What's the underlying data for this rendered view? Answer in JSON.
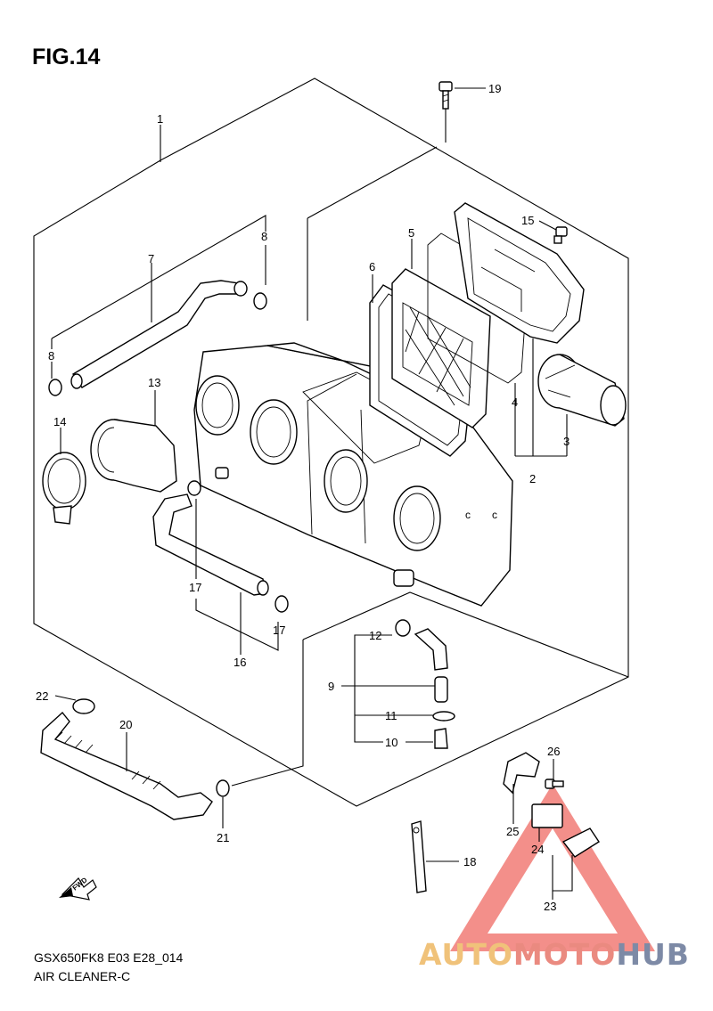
{
  "figure": {
    "title": "FIG.14",
    "model_code": "GSX650FK8 E03 E28_014",
    "section_name": "AIR CLEANER-C"
  },
  "watermark": {
    "parts": [
      "AUTO",
      "MOTO",
      "HUB"
    ],
    "colors": [
      "#f0c27a",
      "#ea8a80",
      "#7d8aa6"
    ],
    "triangle_color": "#ef6a63"
  },
  "fwd_badge": "FWD",
  "callouts": [
    "1",
    "19",
    "15",
    "5",
    "6",
    "7",
    "8",
    "8",
    "13",
    "14",
    "4",
    "3",
    "2",
    "17",
    "17",
    "16",
    "12",
    "9",
    "11",
    "10",
    "22",
    "20",
    "21",
    "26",
    "25",
    "24",
    "18",
    "23"
  ]
}
